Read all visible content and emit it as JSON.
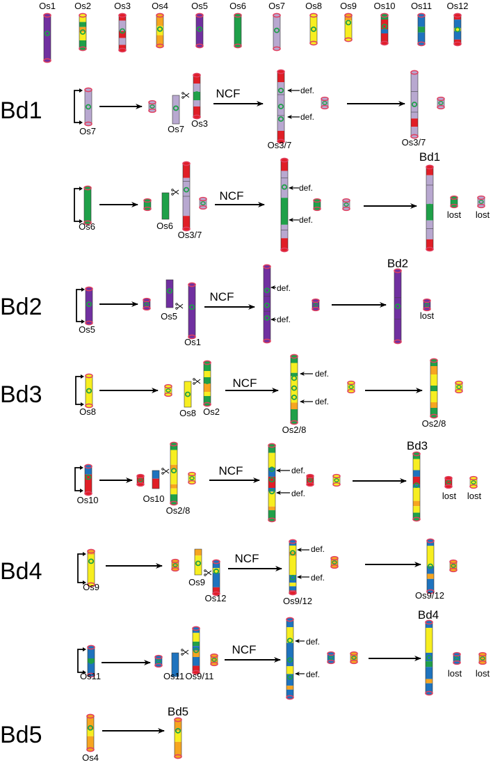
{
  "colors": {
    "Os1": "#7030A0",
    "Os2": "#1FA049",
    "Os3": "#E01E26",
    "Os4": "#F6A520",
    "Os5": "#7030A0",
    "Os6": "#1FA049",
    "Os7": "#B8A8D0",
    "Os8": "#F7EE20",
    "Os9": "#F7EE20",
    "Os10": "#E01E26",
    "Os11": "#1E73BE",
    "Os12": "#1E73BE",
    "centromere": "#1FA049",
    "telomere": "#E04060",
    "blue": "#1E73BE",
    "yellow": "#F7EE20",
    "orange": "#F6A520",
    "red": "#E01E26",
    "purple": "#7030A0",
    "green": "#1FA049",
    "lilac": "#B8A8D0"
  },
  "header": {
    "labels": [
      "Os1",
      "Os2",
      "Os3",
      "Os4",
      "Os5",
      "Os6",
      "Os7",
      "Os8",
      "Os9",
      "Os10",
      "Os11",
      "Os12"
    ]
  },
  "labels": {
    "ncf": "NCF",
    "def": "def.",
    "lost": "lost"
  },
  "groups": {
    "bd1": "Bd1",
    "bd2": "Bd2",
    "bd3": "Bd3",
    "bd4": "Bd4",
    "bd5": "Bd5"
  },
  "rows": {
    "r1": {
      "source": "Os7",
      "cut": "Os7",
      "target": "Os3",
      "fused": "Os3/7",
      "final": "Os3/7"
    },
    "r2": {
      "source": "Os6",
      "cut": "Os6",
      "target": "Os3/7",
      "final": "Bd1"
    },
    "r3": {
      "source": "Os5",
      "cut": "Os5",
      "target": "Os1",
      "final": "Bd2"
    },
    "r4": {
      "source": "Os8",
      "cut": "Os8",
      "target": "Os2",
      "fused": "Os2/8",
      "final": "Os2/8"
    },
    "r5": {
      "source": "Os10",
      "cut": "Os10",
      "target": "Os2/8",
      "final": "Bd3"
    },
    "r6": {
      "source": "Os9",
      "cut": "Os9",
      "target": "Os12",
      "fused": "Os9/12",
      "final": "Os9/12"
    },
    "r7": {
      "source": "Os11",
      "cut": "Os11",
      "target": "Os9/11",
      "final": "Bd4"
    },
    "r8": {
      "source": "Os4",
      "final": "Bd5"
    }
  }
}
